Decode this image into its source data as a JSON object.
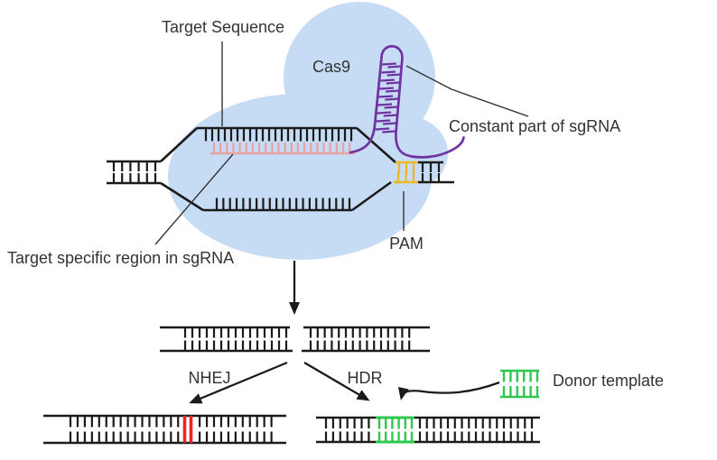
{
  "labels": {
    "target_sequence": "Target Sequence",
    "cas9": "Cas9",
    "constant_sgrna": "Constant part of sgRNA",
    "target_specific_sgrna": "Target specific region in sgRNA",
    "pam": "PAM",
    "nhej": "NHEJ",
    "hdr": "HDR",
    "donor_template": "Donor template"
  },
  "colors": {
    "background": "#ffffff",
    "cas9_blob": "#c6dcf5",
    "dna_strand": "#1b1b1b",
    "sgrna_target_region": "#e9a2a4",
    "sgrna_constant": "#7031a1",
    "pam": "#edb722",
    "nhej_insert": "#ee2426",
    "hdr_insert": "#2dc84d",
    "label_text": "#333333"
  }
}
